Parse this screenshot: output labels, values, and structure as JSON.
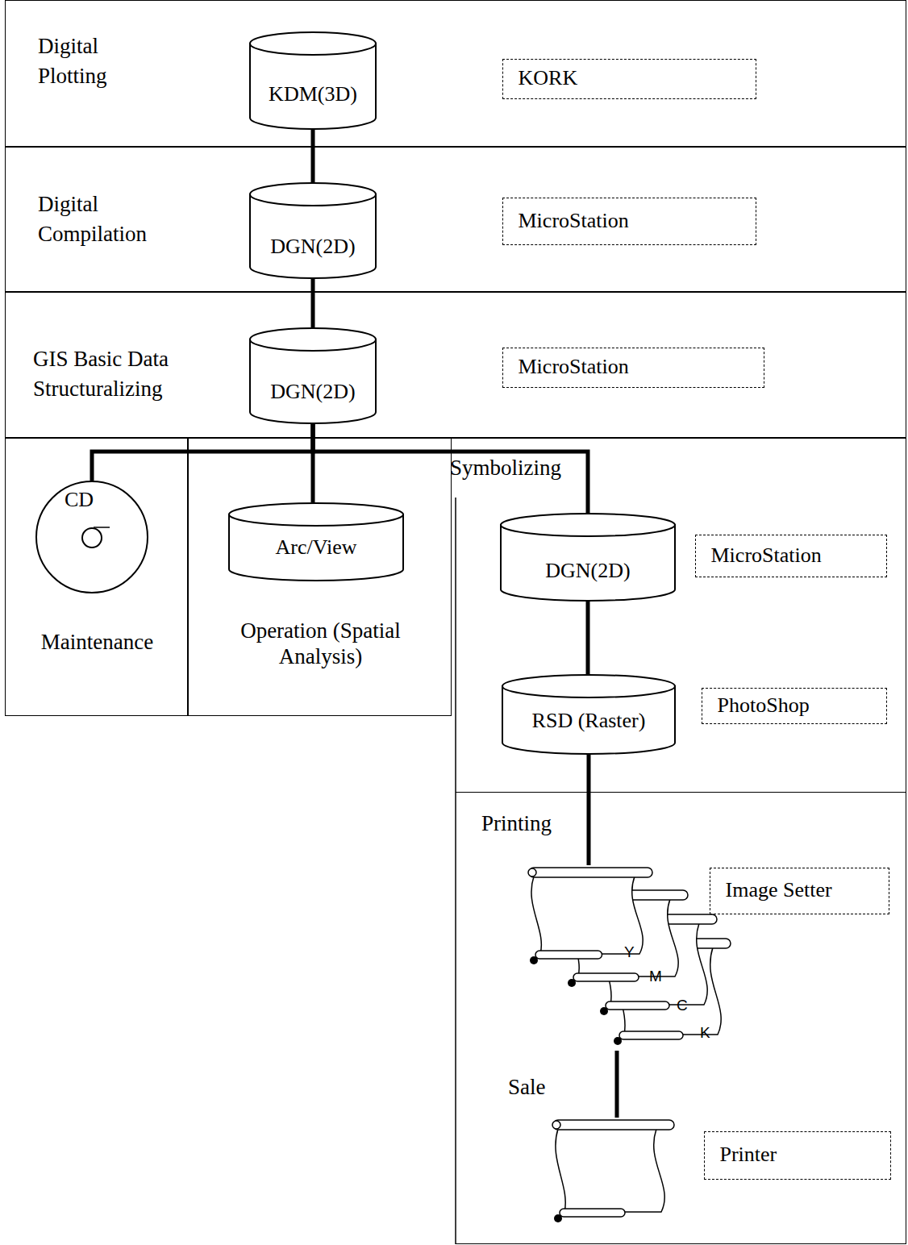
{
  "diagram": {
    "nodes": [
      {
        "text": [
          "Digital Plotting"
        ]
      },
      {
        "text": [
          "KDM(3D)"
        ],
        "in": 0
      },
      {
        "text": [
          "KORK"
        ],
        "in": 0
      },
      {
        "text": [
          "Digital Compilation"
        ]
      },
      {
        "text": [
          "DGN(2D)"
        ],
        "in": 3
      },
      {
        "text": [
          "MicroStation"
        ],
        "in": 3
      },
      {
        "text": [
          "GIS Basic Data Structuralizing"
        ]
      },
      {
        "text": [
          "DGN(2D)"
        ],
        "in": 6
      },
      {
        "text": [
          "MicroStation"
        ],
        "in": 6
      },
      {
        "text": [
          "Maintenance"
        ]
      },
      {
        "text": [
          "CD"
        ],
        "in": 9
      },
      {
        "text": [
          "Operation (Spatial Analysis)"
        ]
      },
      {
        "text": [
          "Arc/View"
        ],
        "in": 11
      },
      {
        "text": [
          "Symbolizing"
        ]
      },
      {
        "text": [
          "DGN(2D)"
        ],
        "in": 13
      },
      {
        "text": [
          "MicroStation"
        ],
        "in": 13
      },
      {
        "text": [
          "RSD (Raster)"
        ],
        "in": 13
      },
      {
        "text": [
          "PhotoShop"
        ],
        "in": 13
      },
      {
        "text": [
          "Printing"
        ]
      },
      {
        "text": [
          "Y"
        ],
        "in": 18
      },
      {
        "text": [
          "M"
        ],
        "in": 18
      },
      {
        "text": [
          "C"
        ],
        "in": 18
      },
      {
        "text": [
          "K"
        ],
        "in": 18
      },
      {
        "text": [
          "Image Setter"
        ],
        "in": 18
      },
      {
        "text": [
          "Sale"
        ],
        "in": 18
      },
      {
        "text": [
          "Printer"
        ],
        "in": 18
      }
    ],
    "edges": [
      {
        "from": 1,
        "to": 4,
        "arrow": "none"
      },
      {
        "from": 4,
        "to": 7,
        "arrow": "none"
      },
      {
        "from": 7,
        "to": 10,
        "arrow": "none"
      },
      {
        "from": 7,
        "to": 12,
        "arrow": "none"
      },
      {
        "from": 7,
        "to": 14,
        "arrow": "none"
      },
      {
        "from": 14,
        "to": 16,
        "arrow": "none"
      },
      {
        "from": 16,
        "to": 19,
        "arrow": "none"
      },
      {
        "from": 22,
        "to": 24,
        "arrow": "none"
      }
    ]
  }
}
